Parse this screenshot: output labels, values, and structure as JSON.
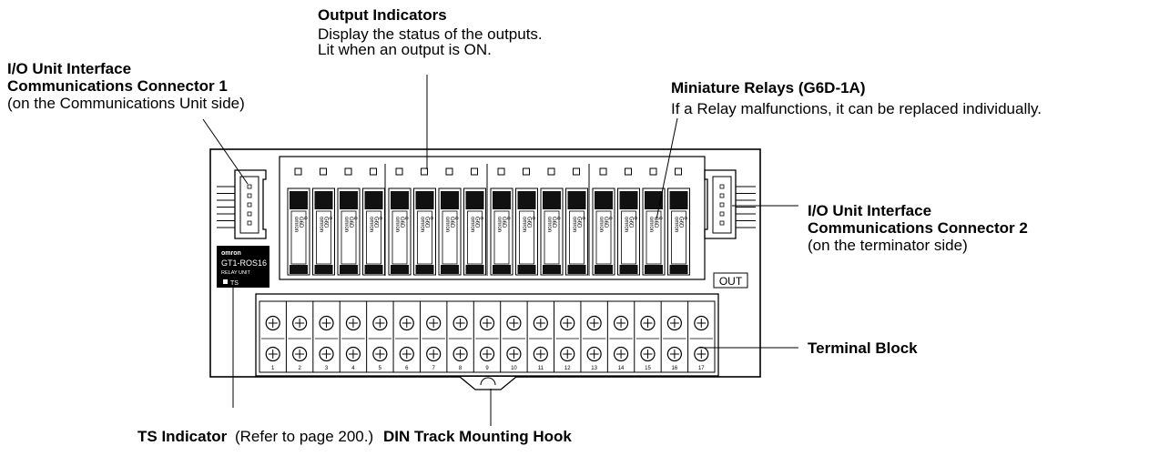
{
  "callouts": {
    "output_indicators": {
      "title": "Output Indicators",
      "line1": "Display the status of the outputs.",
      "line2": "Lit when an output is ON."
    },
    "connector1": {
      "title1": "I/O Unit Interface",
      "title2": "Communications Connector 1",
      "note": "(on the Communications Unit side)"
    },
    "relays": {
      "title": "Miniature Relays (G6D-1A)",
      "desc": "If a Relay malfunctions, it can be replaced individually."
    },
    "connector2": {
      "title1": "I/O Unit Interface",
      "title2": "Communications Connector 2",
      "note": "(on the terminator side)"
    },
    "terminal_block": {
      "title": "Terminal Block"
    },
    "ts_indicator": {
      "title": "TS Indicator",
      "note": "(Refer to page 200.)"
    },
    "din_hook": {
      "title": "DIN Track Mounting Hook"
    }
  },
  "unit": {
    "brand": "omron",
    "model": "GT1-ROS16",
    "type": "RELAY UNIT",
    "ts_label": "TS",
    "out_label": "OUT",
    "relay_text": [
      "omron",
      "G6D",
      "o"
    ],
    "terminal_numbers": [
      "1",
      "2",
      "3",
      "4",
      "5",
      "6",
      "7",
      "8",
      "9",
      "10",
      "11",
      "12",
      "13",
      "14",
      "15",
      "16",
      "17"
    ]
  }
}
